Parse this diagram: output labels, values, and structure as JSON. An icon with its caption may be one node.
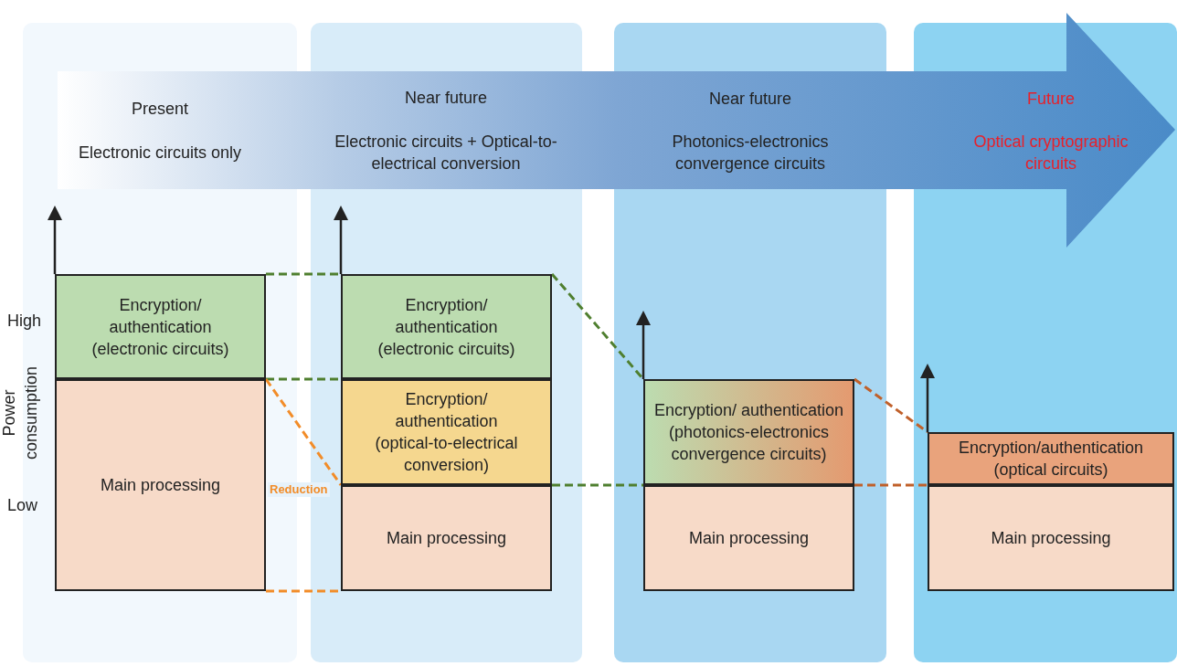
{
  "diagram": {
    "nodes": [
      {
        "text": [
          "Encryption/ authentication (electronic circuits)"
        ]
      },
      {
        "text": [
          "Main processing"
        ]
      },
      {
        "text": [
          "Encryption/ authentication (electronic circuits)"
        ]
      },
      {
        "text": [
          "Encryption/ authentication (optical-to-electrical conversion)"
        ]
      },
      {
        "text": [
          "Main processing"
        ]
      },
      {
        "text": [
          "Encryption/ authentication (photonics-electronics convergence circuits)"
        ]
      },
      {
        "text": [
          "Main processing"
        ]
      },
      {
        "text": [
          "Encryption/authentication (optical circuits)"
        ]
      },
      {
        "text": [
          "Main processing"
        ]
      }
    ],
    "edges": [
      {
        "from": 0,
        "to": 2,
        "arrow": "none",
        "style": "dashed"
      },
      {
        "from": 0,
        "to": 2,
        "arrow": "none",
        "style": "dashed"
      },
      {
        "from": 1,
        "to": 3,
        "arrow": "none",
        "style": "dashed",
        "color": "#f28c28",
        "label": "Reduction"
      },
      {
        "from": 1,
        "to": 4,
        "arrow": "none",
        "style": "dashed",
        "color": "#f28c28"
      },
      {
        "from": 2,
        "to": 5,
        "arrow": "none",
        "style": "dashed"
      },
      {
        "from": 4,
        "to": 6,
        "arrow": "none",
        "style": "dashed"
      },
      {
        "from": 5,
        "to": 7,
        "arrow": "none",
        "style": "dashed",
        "color": "#c0602a"
      },
      {
        "from": 6,
        "to": 8,
        "arrow": "none",
        "style": "dashed",
        "color": "#c0602a"
      }
    ],
    "labels": [
      "Present",
      "Electronic circuits only",
      "Near future",
      "Electronic circuits + Optical-to-electrical conversion",
      "Near future",
      "Photonics-electronics convergence circuits",
      "Future",
      "Optical cryptographic circuits",
      "High",
      "Power consumption",
      "Low"
    ]
  }
}
